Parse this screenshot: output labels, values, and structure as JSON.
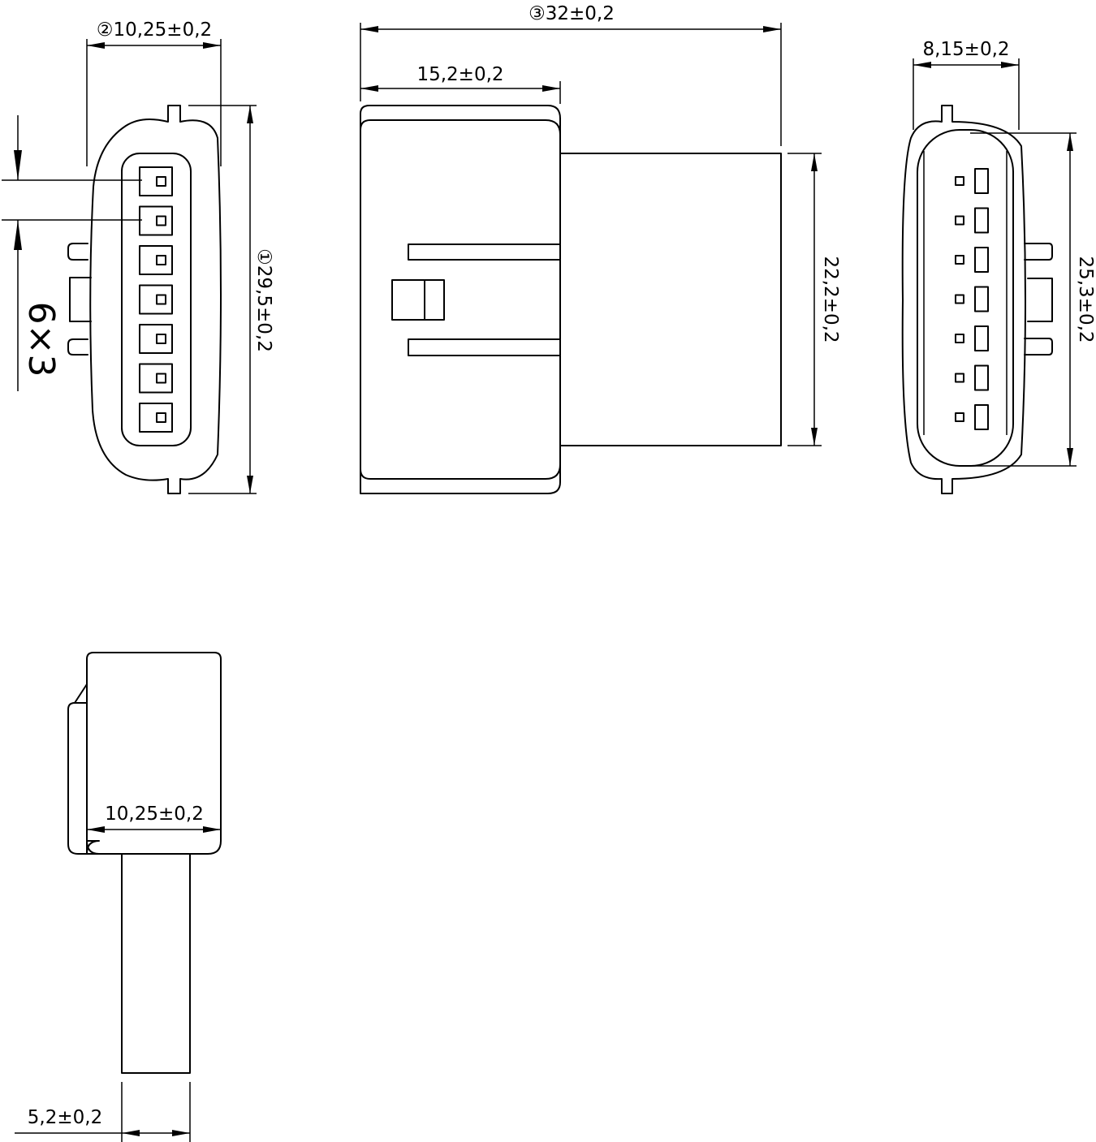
{
  "dimensions": {
    "front_width": "②10,25±0,2",
    "front_height": "①29,5±0,2",
    "pitch": "6×3",
    "overall_length": "③32±0,2",
    "housing_length": "15,2±0,2",
    "body_height": "22,2±0,2",
    "rear_width": "8,15±0,2",
    "rear_height": "25,3±0,2",
    "bottom_width": "10,25±0,2",
    "cable_width": "5,2±0,2"
  },
  "pin_count": 7
}
